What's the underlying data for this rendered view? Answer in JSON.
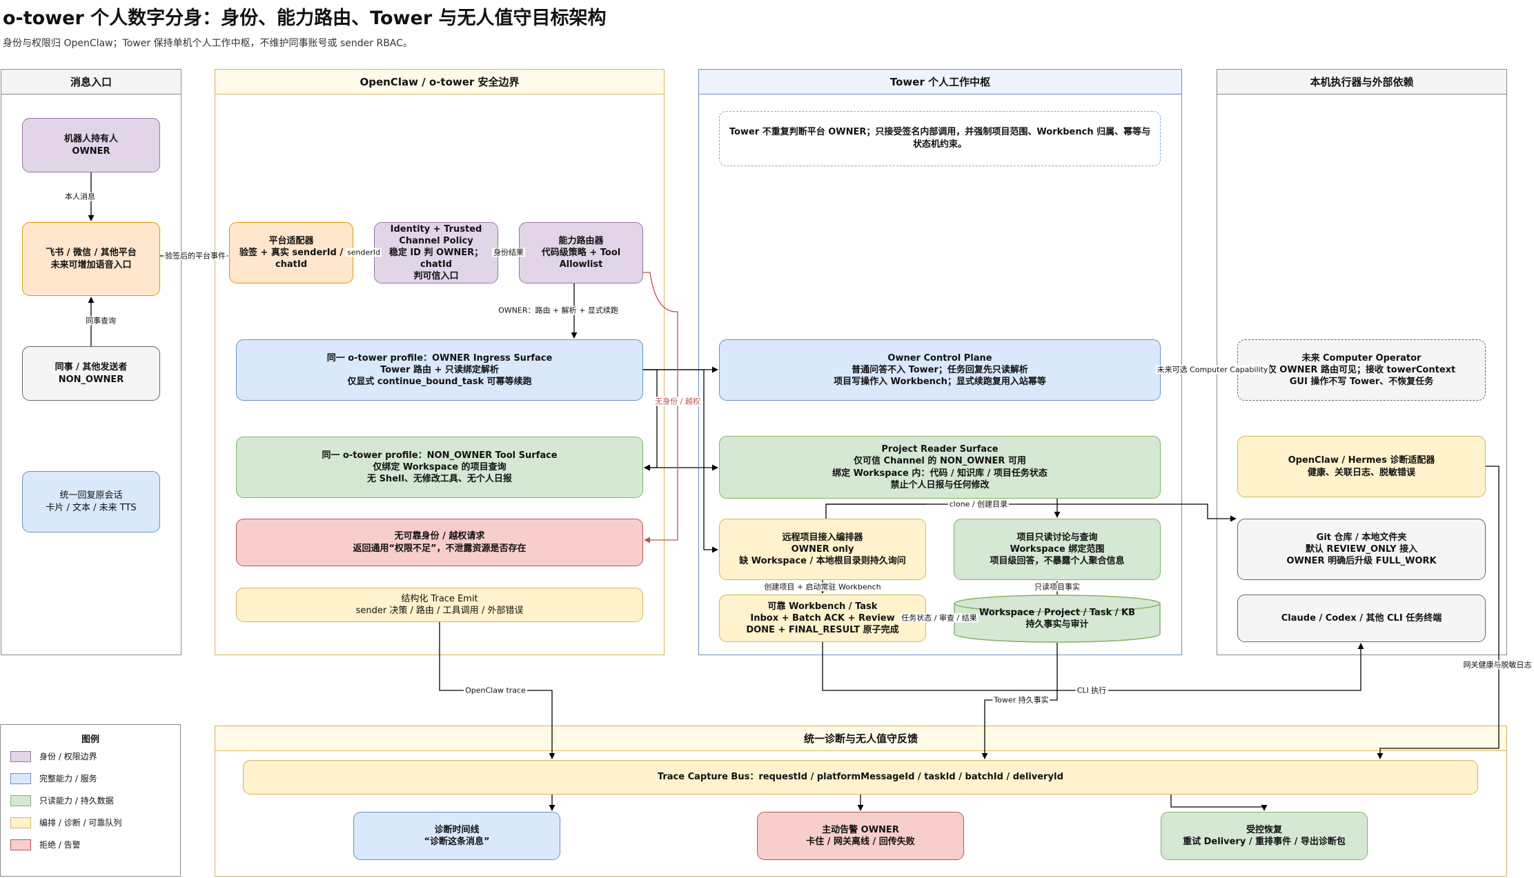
{
  "page": {
    "title": "o-tower 个人数字分身：身份、能力路由、Tower 与无人值守目标架构",
    "subtitle": "身份与权限归 OpenClaw；Tower 保持单机个人工作中枢，不维护同事账号或 sender RBAC。"
  },
  "lanes": {
    "entry": "消息入口",
    "openclaw": "OpenClaw / o-tower 安全边界",
    "tower": "Tower 个人工作中枢",
    "local": "本机执行器与外部依赖",
    "diag": "统一诊断与无人值守反馈"
  },
  "nodes": {
    "owner": "机器人持有人\nOWNER",
    "platforms": "飞书 / 微信 / 其他平台\n未来可增加语音入口",
    "colleague": "同事 / 其他发送者\nNON_OWNER",
    "reply": "统一回复原会话\n卡片 / 文本 / 未来 TTS",
    "adapter": "平台适配器\n验签 + 真实 senderId / chatId",
    "identity": "Identity + Trusted Channel Policy\n稳定 ID 判 OWNER；chatId\n判可信入口",
    "router": "能力路由器\n代码级策略 + Tool Allowlist",
    "owner_surface": "同一 o-tower profile：OWNER Ingress Surface\nTower 路由 + 只读绑定解析\n仅显式 continue_bound_task 可幂等续跑",
    "nonowner_surface": "同一 o-tower profile：NON_OWNER Tool Surface\n仅绑定 Workspace 的项目查询\n无 Shell、无修改工具、无个人日报",
    "reject": "无可靠身份 / 越权请求\n返回通用“权限不足”，不泄露资源是否存在",
    "trace_emit": "结构化 Trace Emit\nsender 决策 / 路由 / 工具调用 / 外部错误",
    "tower_note": "Tower 不重复判断平台 OWNER；只接受签名内部调用，并强制项目范围、Workbench 归属、幂等与状态机约束。",
    "control_plane": "Owner Control Plane\n普通问答不入 Tower；任务回复先只读解析\n项目写操作入 Workbench；显式续跑复用入站幂等",
    "reader_surface": "Project Reader Surface\n仅可信 Channel 的 NON_OWNER 可用\n绑定 Workspace 内：代码 / 知识库 / 项目任务状态\n禁止个人日报与任何修改",
    "remote_onboard": "远程项目接入编排器\nOWNER only\n缺 Workspace / 本地根目录则持久询问",
    "readonly_discuss": "项目只读讨论与查询\nWorkspace 绑定范围\n项目级回答，不暴露个人聚合信息",
    "workbench": "可靠 Workbench / Task\nInbox + Batch ACK + Review\nDONE + FINAL_RESULT 原子完成",
    "store": "Workspace / Project / Task / KB\n持久事实与审计",
    "computer_operator": "未来 Computer Operator\n仅 OWNER 路由可见；接收 towerContext\nGUI 操作不写 Tower、不恢复任务",
    "diag_adapter": "OpenClaw / Hermes 诊断适配器\n健康、关联日志、脱敏错误",
    "git_repo": "Git 仓库 / 本地文件夹\n默认 REVIEW_ONLY 接入\nOWNER 明确后升级 FULL_WORK",
    "cli": "Claude / Codex / 其他 CLI 任务终端",
    "trace_bus": "Trace Capture Bus：requestId / platformMessageId / taskId / batchId / deliveryId",
    "timeline": "诊断时间线\n“诊断这条消息”",
    "alert": "主动告警 OWNER\n卡住 / 网关离线 / 回传失败",
    "recovery": "受控恢复\n重试 Delivery / 重排事件 / 导出诊断包"
  },
  "edges": {
    "self_msg": "本人消息",
    "colleague_query": "同事查询",
    "verified_event": "验签后的平台事件",
    "sender_id": "senderId",
    "identity_result": "身份结果",
    "owner_route": "OWNER：路由 + 解析 + 显式续跑",
    "no_identity": "无身份 / 越权",
    "future_capability": "未来可选 Computer Capability",
    "clone": "clone / 创建目录",
    "create_project": "创建项目 + 启动常驻 Workbench",
    "readonly_facts": "只读项目事实",
    "task_state": "任务状态 / 审查 / 结果",
    "openclaw_trace": "OpenClaw trace",
    "tower_facts": "Tower 持久事实",
    "cli_exec": "CLI 执行",
    "gateway_health": "网关健康与脱敏日志"
  },
  "legend": {
    "title": "图例",
    "items": [
      {
        "label": "身份 / 权限边界",
        "fill": "#e1d5e7",
        "stroke": "#9673a6"
      },
      {
        "label": "完整能力 / 服务",
        "fill": "#dae8fc",
        "stroke": "#6c8ebf"
      },
      {
        "label": "只读能力 / 持久数据",
        "fill": "#d5e8d4",
        "stroke": "#82b366"
      },
      {
        "label": "编排 / 诊断 / 可靠队列",
        "fill": "#fff2cc",
        "stroke": "#d6b656"
      },
      {
        "label": "拒绝 / 告警",
        "fill": "#f8cecc",
        "stroke": "#b85450"
      }
    ]
  },
  "colors": {
    "edge": "#000000",
    "reject_edge": "#b85450",
    "store_fill": "#d5e8d4",
    "store_stroke": "#82b366"
  }
}
